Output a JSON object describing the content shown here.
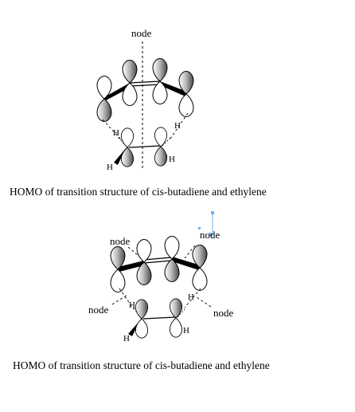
{
  "figure_top": {
    "node_label": "node",
    "h_labels": [
      "H",
      "H",
      "H",
      "H"
    ],
    "caption": "HOMO of transition structure of cis-butadiene and ethylene"
  },
  "figure_bottom": {
    "node_labels": [
      "node",
      "node",
      "node",
      "node"
    ],
    "h_labels": [
      "H",
      "H",
      "H",
      "H"
    ],
    "caption": "HOMO of transition structure of cis-butadiene and ethylene"
  }
}
